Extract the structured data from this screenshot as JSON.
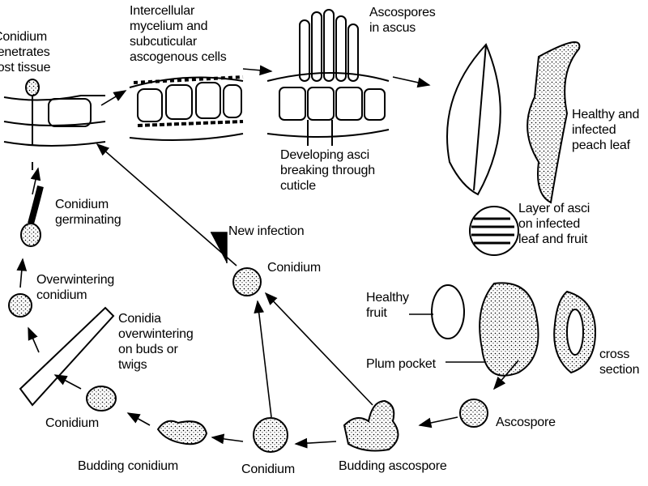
{
  "labels": {
    "conidium_penetrates": [
      "Conidium",
      "penetrates",
      "host tissue"
    ],
    "intercellular_mycelium": [
      "Intercellular",
      "mycelium and",
      "subcuticular",
      "ascogenous cells"
    ],
    "ascospores_in_ascus": [
      "Ascospores",
      "in ascus"
    ],
    "healthy_infected_leaf": [
      "Healthy and",
      "infected",
      "peach leaf"
    ],
    "developing_asci": [
      "Developing asci",
      "breaking through",
      "cuticle"
    ],
    "conidium_germinating": [
      "Conidium",
      "germinating"
    ],
    "new_infection": "New infection",
    "layer_of_asci": [
      "Layer of asci",
      "on infected",
      "leaf and fruit"
    ],
    "conidium_center": "Conidium",
    "overwintering_conidium": [
      "Overwintering",
      "conidium"
    ],
    "healthy_fruit": [
      "Healthy",
      "fruit"
    ],
    "conidia_overwintering": [
      "Conidia",
      "overwintering",
      "on buds or",
      "twigs"
    ],
    "cross_section": [
      "cross",
      "section"
    ],
    "plum_pocket": "Plum pocket",
    "ascospore": "Ascospore",
    "conidium_bottom_left": "Conidium",
    "budding_conidium": "Budding conidium",
    "conidium_bottom": "Conidium",
    "budding_ascospore": "Budding ascospore"
  }
}
